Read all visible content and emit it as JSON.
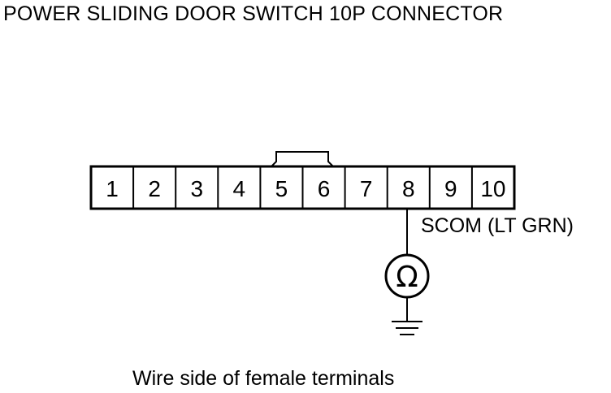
{
  "title": "POWER SLIDING DOOR SWITCH 10P CONNECTOR",
  "connector": {
    "terminals": [
      "1",
      "2",
      "3",
      "4",
      "5",
      "6",
      "7",
      "8",
      "9",
      "10"
    ],
    "lock_tab_between": [
      "5",
      "6"
    ]
  },
  "measurement": {
    "terminal": "8",
    "wire_label": "SCOM (LT GRN)",
    "meter_symbol": "Ω",
    "ground_icon": "ground-icon"
  },
  "caption": "Wire side of female terminals"
}
